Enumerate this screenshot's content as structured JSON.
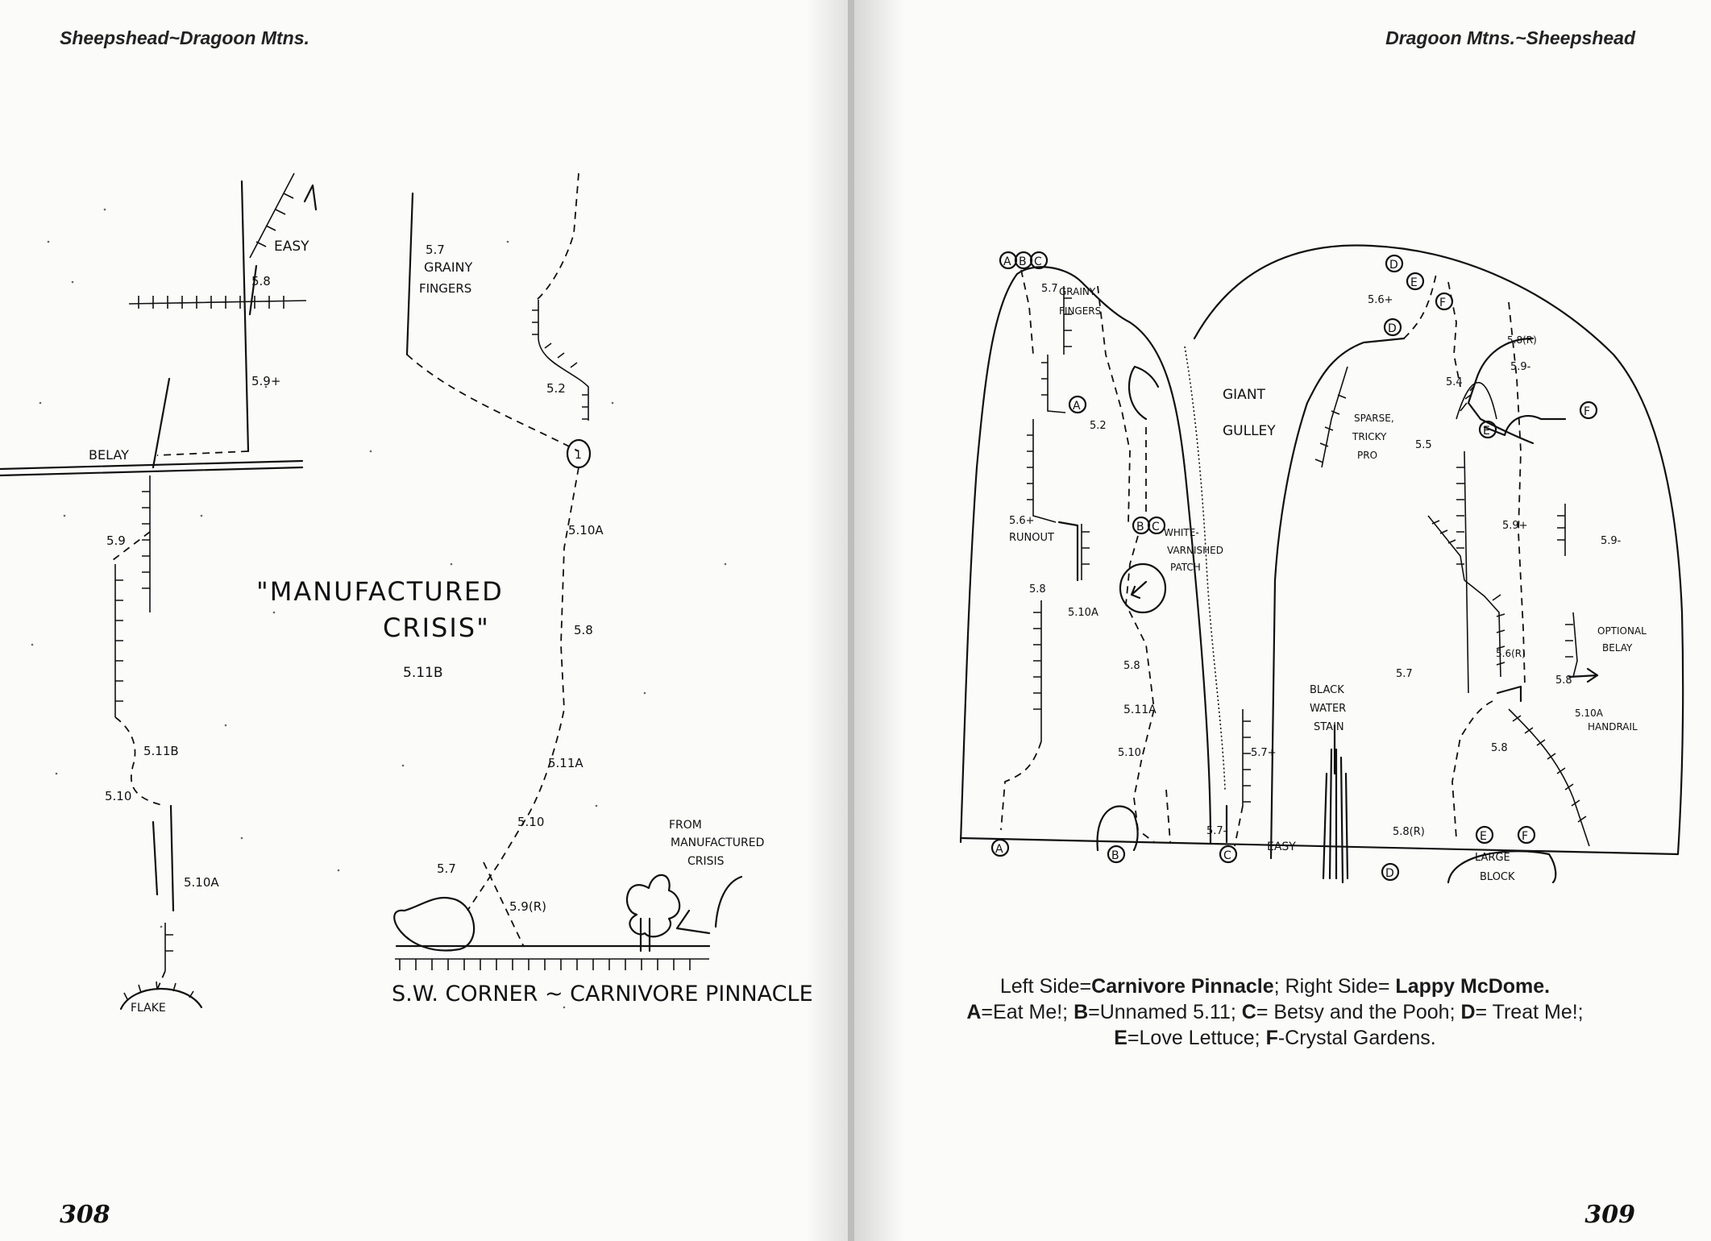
{
  "left_page": {
    "running_head": "Sheepshead~Dragoon Mtns.",
    "folio": "308",
    "topo_a_labels": {
      "easy": "EASY",
      "grade_top": "5.8",
      "grade_mid": "5.9+",
      "belay": "BELAY",
      "grade_a": "5.9",
      "grade_b": "5.11B",
      "grade_c": "5.10",
      "grade_d": "5.10A",
      "flake": "FLAKE"
    },
    "route_title_line1": "\"MANUFACTURED",
    "route_title_line2": "CRISIS\"",
    "route_grade": "5.11B",
    "topo_b_labels": {
      "grainy_grade": "5.7",
      "grainy_line1": "GRAINY",
      "grainy_line2": "FINGERS",
      "grade_52": "5.2",
      "belay_num": "1",
      "grade_510a": "5.10A",
      "grade_58": "5.8",
      "grade_511a": "5.11A",
      "grade_510": "5.10",
      "grade_57": "5.7",
      "grade_59r": "5.9(R)",
      "from_line1": "FROM",
      "from_line2": "MANUFACTURED",
      "from_line3": "CRISIS"
    },
    "corner_caption": "S.W. CORNER ~ CARNIVORE PINNACLE"
  },
  "right_page": {
    "running_head": "Dragoon Mtns.~Sheepshead",
    "folio": "309",
    "topo_labels": {
      "abc": [
        "A",
        "B",
        "C"
      ],
      "grainy_grade": "5.7",
      "grainy_line1": "GRAINY",
      "grainy_line2": "FINGERS",
      "giant_line1": "GIANT",
      "giant_line2": "GULLEY",
      "grade_52": "5.2",
      "runout_grade": "5.6+",
      "runout": "RUNOUT",
      "white_line1": "WHITE-",
      "white_line2": "VARNISHED",
      "white_line3": "PATCH",
      "grade_58_left": "5.8",
      "grade_510a_left": "5.10A",
      "grade_58_mid": "5.8",
      "grade_511a": "5.11A",
      "grade_510_left": "5.10",
      "grade_57plus": "5.7+",
      "grade_57minus": "5.7-",
      "easy": "EASY",
      "black_line1": "BLACK",
      "black_line2": "WATER",
      "black_line3": "STAIN",
      "grade_56plus": "5.6+",
      "grade_58r_top": "5.8(R)",
      "grade_59minus_top": "5.9-",
      "grade_54": "5.4",
      "sparse_line1": "SPARSE,",
      "sparse_line2": "TRICKY",
      "sparse_line3": "PRO",
      "grade_55": "5.5",
      "grade_59plus": "5.9+",
      "grade_59minus_right": "5.9-",
      "optional_line1": "OPTIONAL",
      "optional_line2": "BELAY",
      "grade_56r": "5.6(R)",
      "grade_57_right": "5.7",
      "grade_58_right": "5.8",
      "grade_510a_handrail": "5.10A",
      "handrail": "HANDRAIL",
      "grade_58_low": "5.8",
      "grade_58r_low": "5.8(R)",
      "large_line1": "LARGE",
      "large_line2": "BLOCK",
      "d": "D",
      "e": "E",
      "f": "F"
    },
    "caption": {
      "l1_pre": "Left Side=",
      "l1_left_name": "Carnivore Pinnacle",
      "l1_mid": "; Right Side= ",
      "l1_right_name": "Lappy McDome.",
      "l2_a": "A",
      "l2_a_text": "=Eat Me!; ",
      "l2_b": "B",
      "l2_b_text": "=Unnamed 5.11; ",
      "l2_c": "C",
      "l2_c_text": "= Betsy and the Pooh; ",
      "l2_d": "D",
      "l2_d_text": "= Treat Me!;",
      "l3_e": "E",
      "l3_e_text": "=Love Lettuce; ",
      "l3_f": "F",
      "l3_f_text": "-Crystal Gardens."
    }
  }
}
